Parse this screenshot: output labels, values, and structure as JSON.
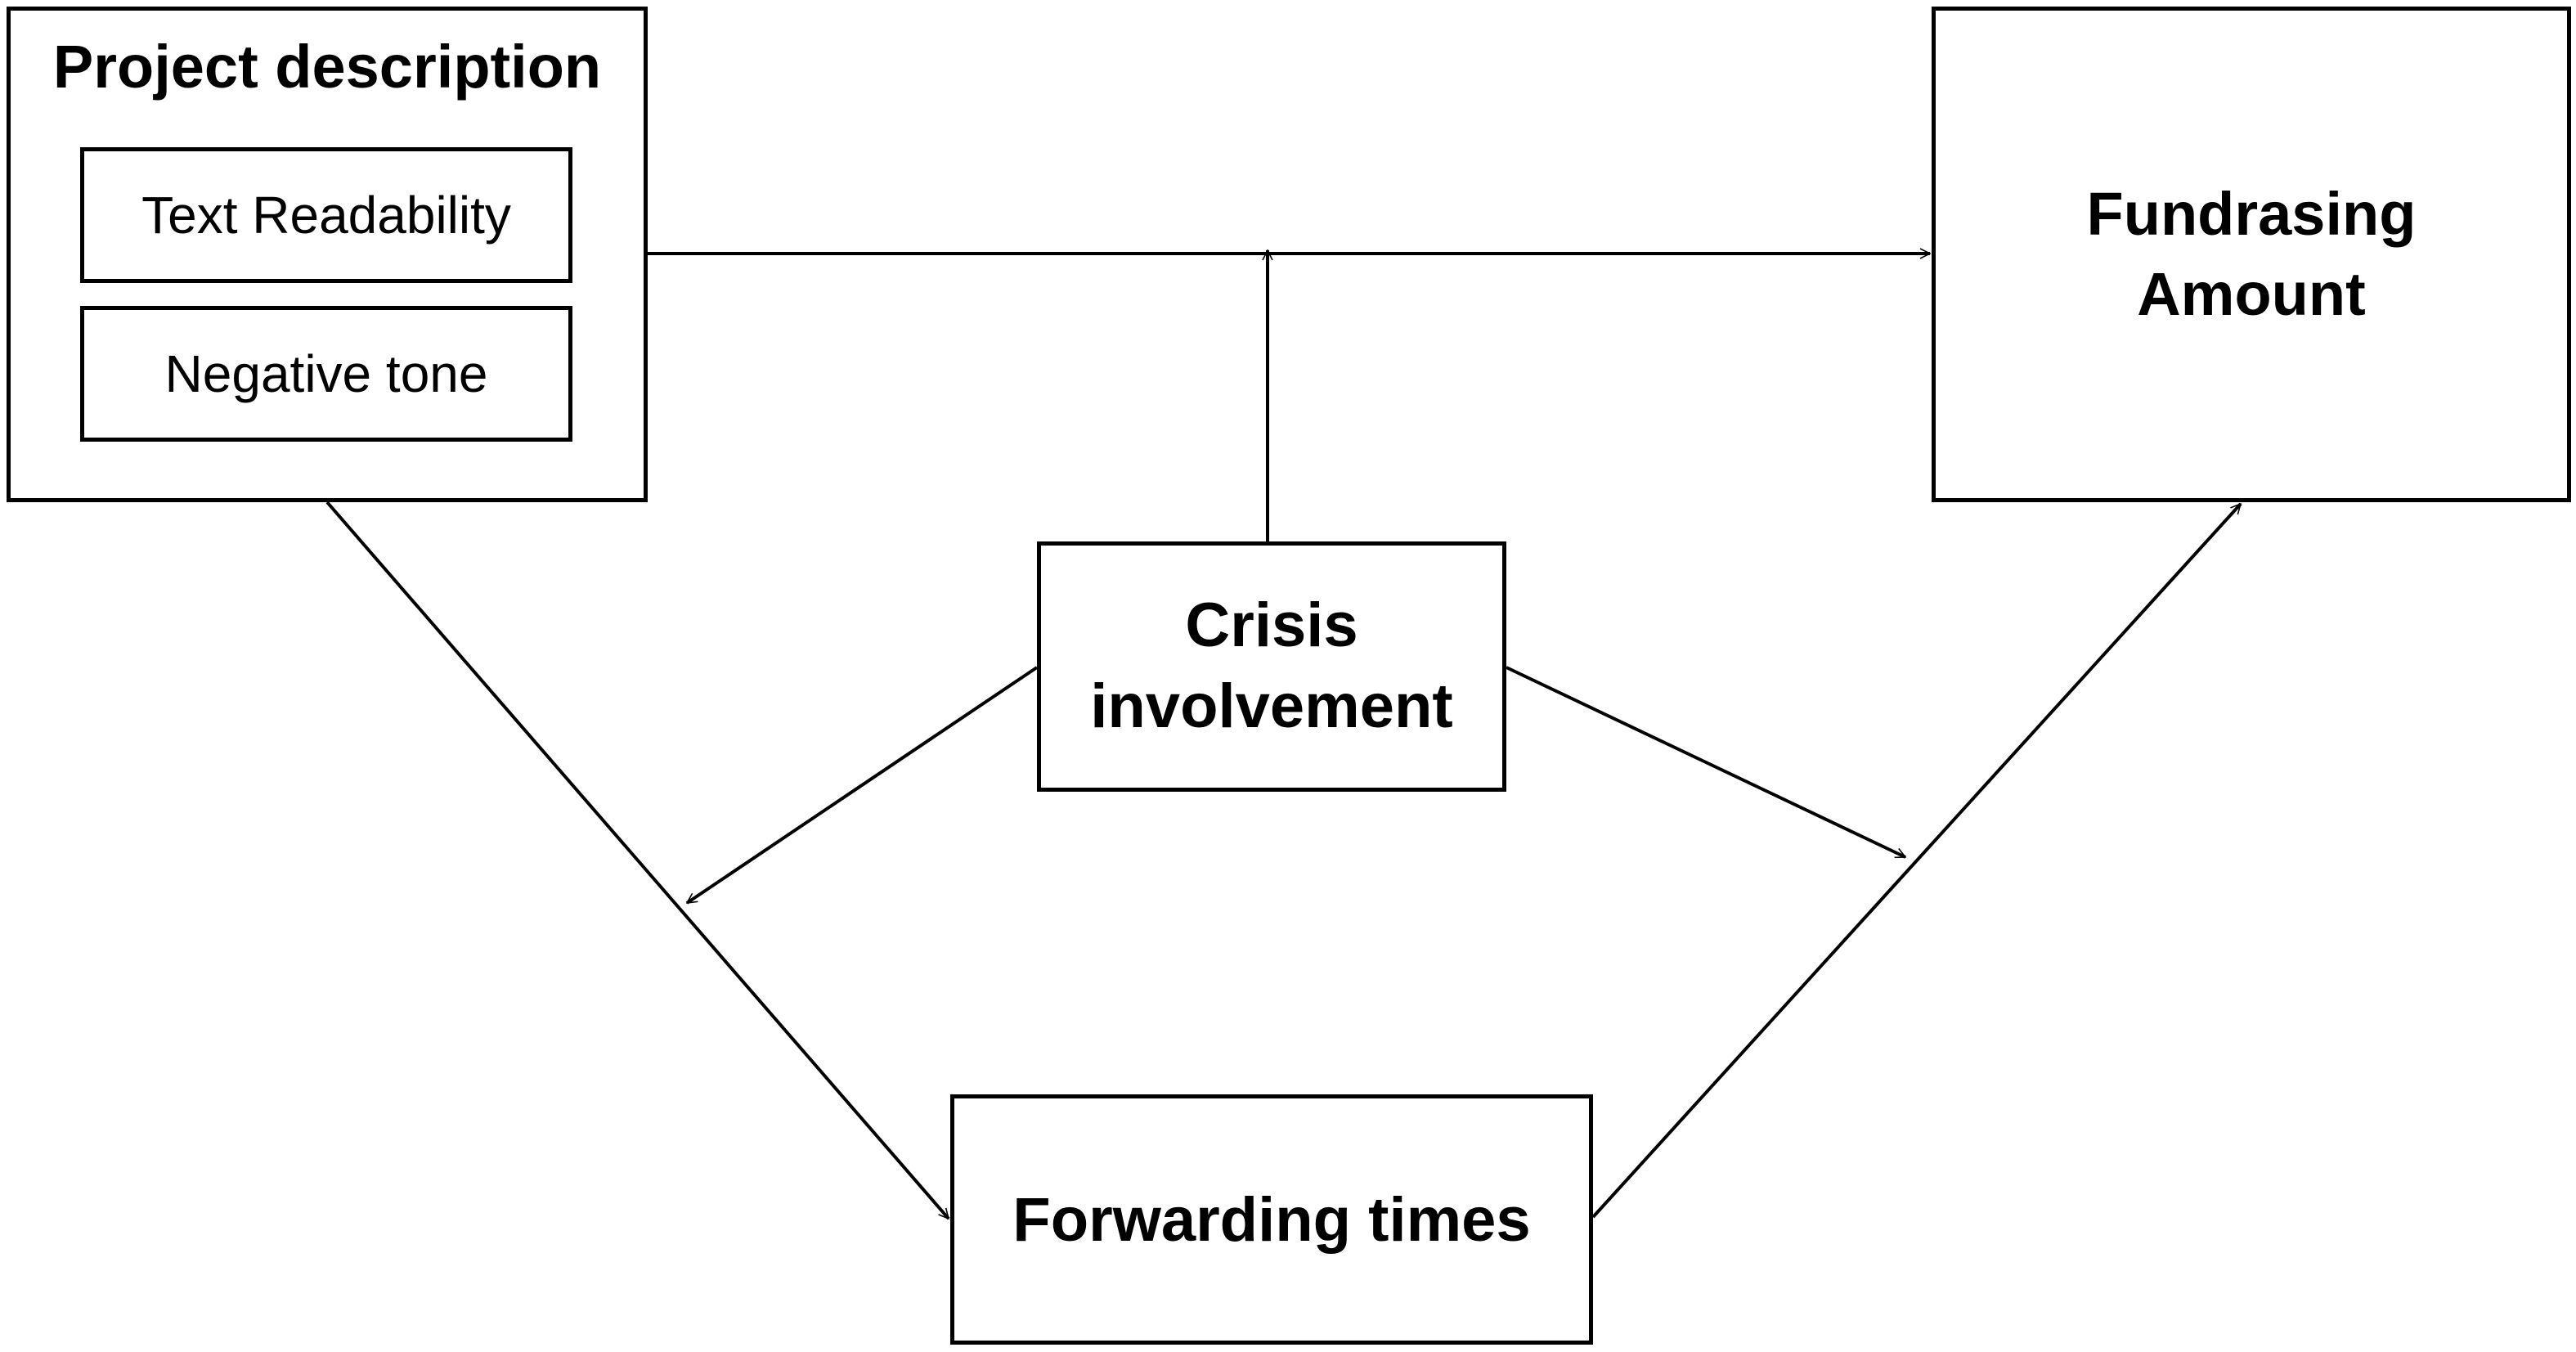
{
  "diagram": {
    "project_description": {
      "title": "Project description",
      "items": [
        "Text Readability",
        "Negative tone"
      ]
    },
    "fundraising_amount": "Fundrasing\nAmount",
    "crisis_involvement": "Crisis\ninvolvement",
    "forwarding_times": "Forwarding times"
  },
  "colors": {
    "line": "#000000",
    "box_border": "#000000",
    "background": "#ffffff"
  }
}
